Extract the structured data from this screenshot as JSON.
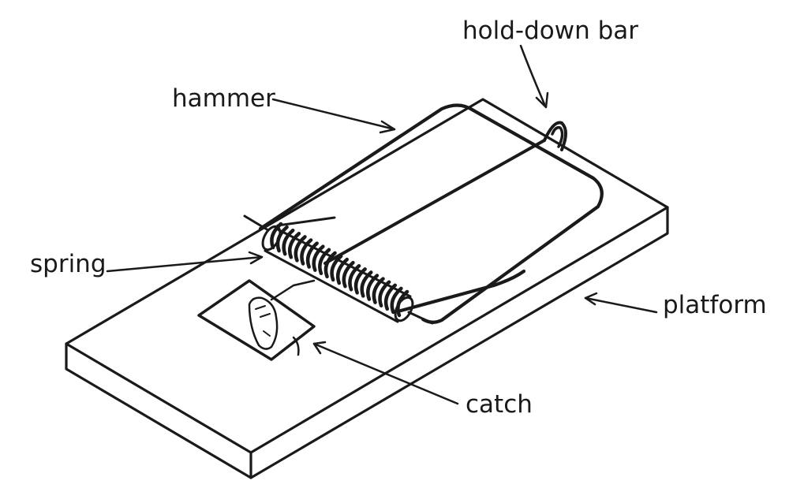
{
  "labels": {
    "hold_down_bar": "hold-down bar",
    "hammer": "hammer",
    "spring": "spring",
    "platform": "platform",
    "catch": "catch"
  },
  "colors": {
    "ink": "#1a1a1a",
    "background": "#ffffff"
  }
}
